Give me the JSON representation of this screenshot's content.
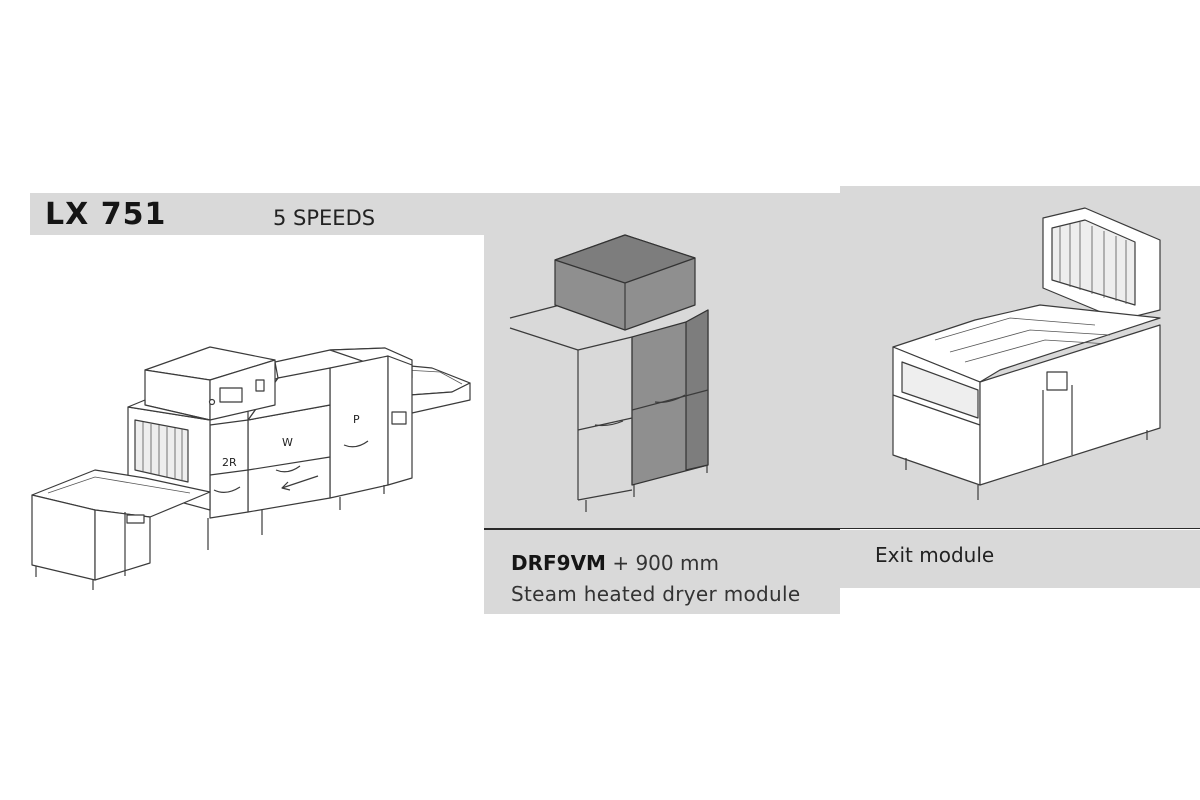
{
  "header": {
    "model": "LX 751",
    "speeds": "5 SPEEDS"
  },
  "machine": {
    "zone_labels": [
      "2R",
      "W",
      "P"
    ]
  },
  "dryer": {
    "code": "DRF9VM",
    "dimension": "+ 900 mm",
    "description": "Steam heated dryer module"
  },
  "exit": {
    "label": "Exit module"
  }
}
